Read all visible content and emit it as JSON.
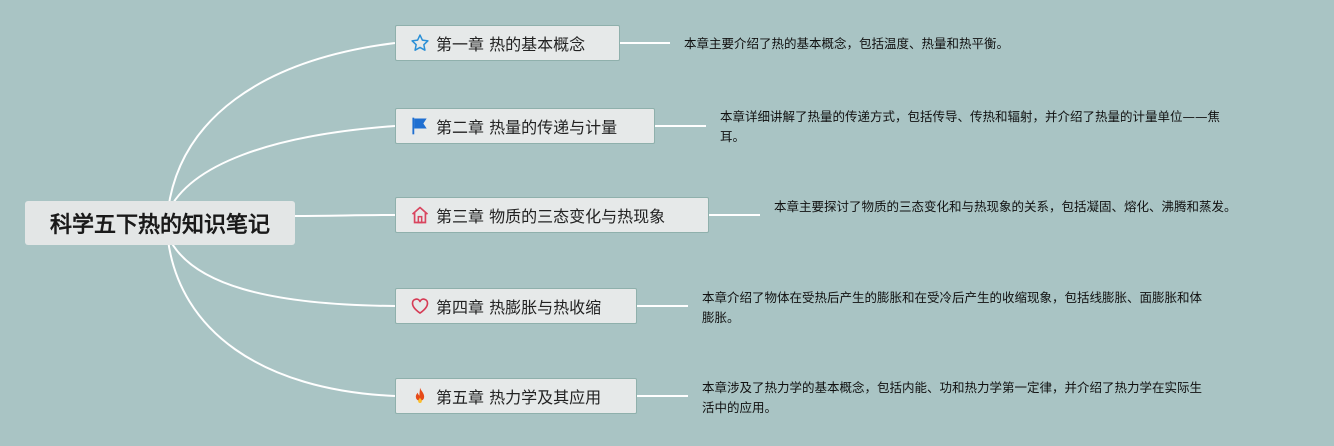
{
  "root": {
    "title": "科学五下热的知识笔记"
  },
  "chapters": [
    {
      "label": "第一章 热的基本概念",
      "icon": "star-icon",
      "icon_color": "#2a8fd6",
      "description": "本章主要介绍了热的基本概念，包括温度、热量和热平衡。"
    },
    {
      "label": "第二章 热量的传递与计量",
      "icon": "flag-icon",
      "icon_color": "#1f6fd1",
      "description": "本章详细讲解了热量的传递方式，包括传导、传热和辐射，并介绍了热量的计量单位——焦耳。"
    },
    {
      "label": "第三章 物质的三态变化与热现象",
      "icon": "home-icon",
      "icon_color": "#d9455f",
      "description": "本章主要探讨了物质的三态变化和与热现象的关系，包括凝固、熔化、沸腾和蒸发。"
    },
    {
      "label": "第四章 热膨胀与热收缩",
      "icon": "heart-icon",
      "icon_color": "#d63b55",
      "description": "本章介绍了物体在受热后产生的膨胀和在受冷后产生的收缩现象，包括线膨胀、面膨胀和体膨胀。"
    },
    {
      "label": "第五章 热力学及其应用",
      "icon": "fire-icon",
      "icon_color": "#e64a19",
      "description": "本章涉及了热力学的基本概念，包括内能、功和热力学第一定律，并介绍了热力学在实际生活中的应用。"
    }
  ]
}
